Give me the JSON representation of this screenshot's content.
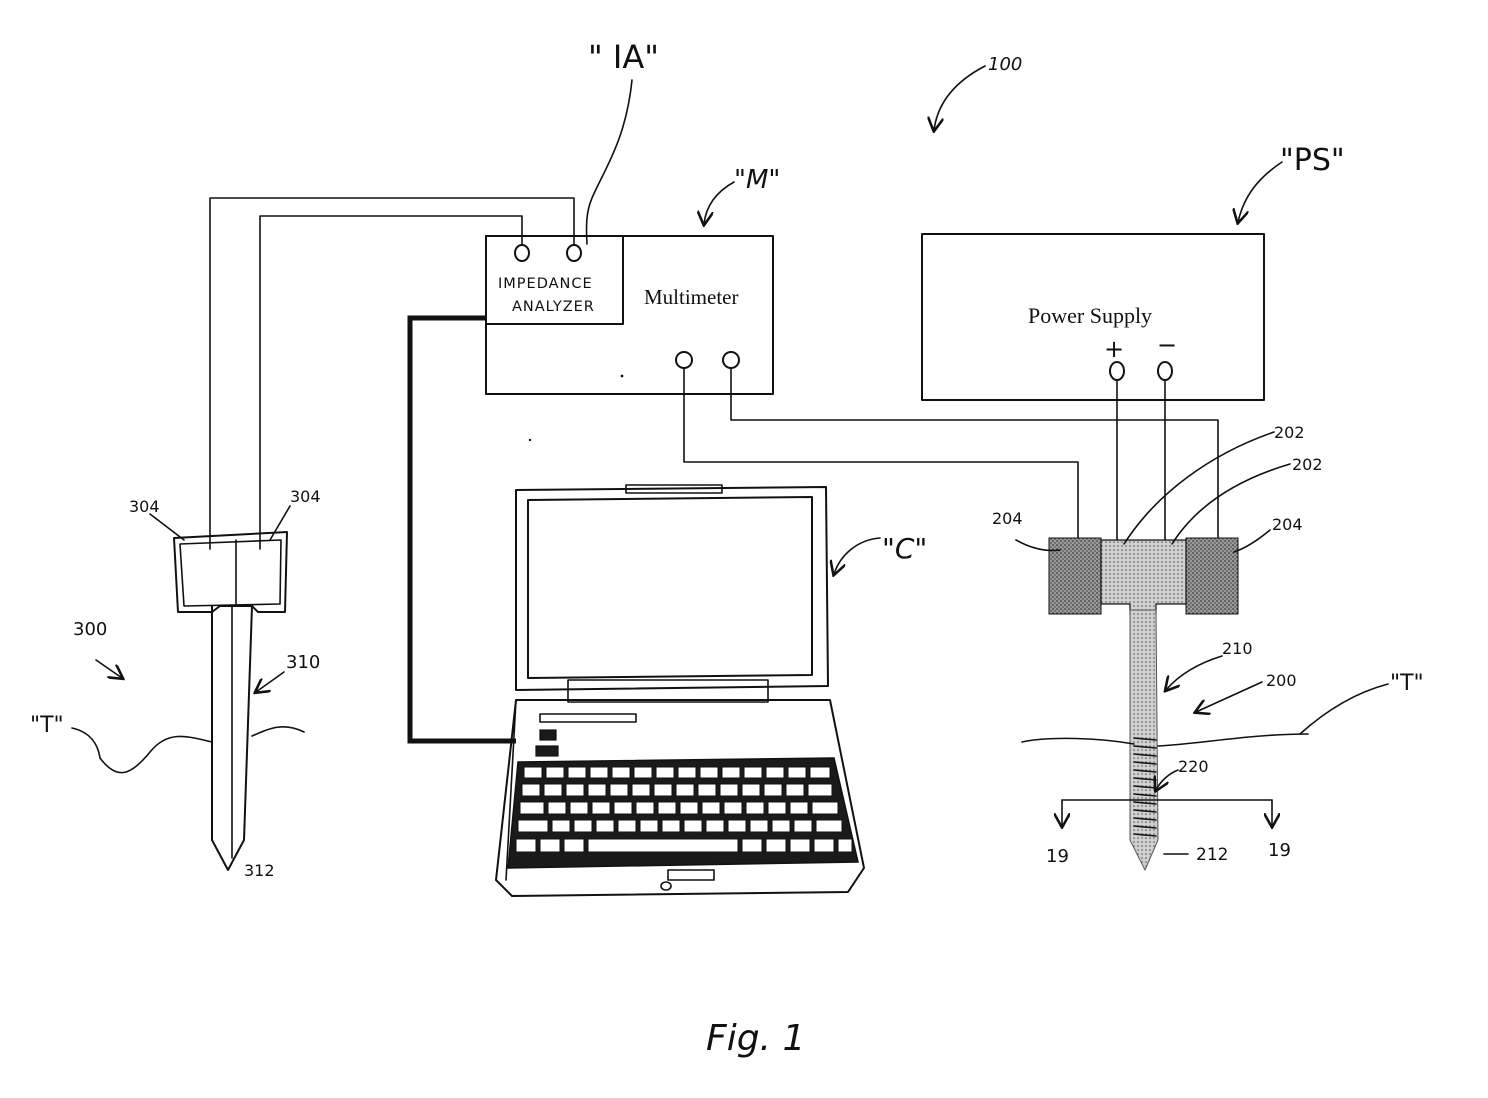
{
  "figure": {
    "caption": "Fig. 1",
    "system_ref": "100",
    "colors": {
      "ink": "#111111",
      "paper": "#ffffff",
      "hatch": "#777777"
    }
  },
  "impedance_analyzer": {
    "callout": "\" IA\"",
    "label_line1": "IMPEDANCE",
    "label_line2": "ANALYZER"
  },
  "multimeter": {
    "callout": "\"M\"",
    "label": "Multimeter"
  },
  "power_supply": {
    "callout": "\"PS\"",
    "label": "Power Supply",
    "plus": "+",
    "minus": "−"
  },
  "computer": {
    "callout": "\"C\""
  },
  "probe_left": {
    "ref": "300",
    "contact_left": "304",
    "contact_right": "304",
    "shaft": "310",
    "tip": "312",
    "tissue": "\"T\""
  },
  "probe_right": {
    "ref": "200",
    "contact_left": "202",
    "contact_right": "202",
    "outer_left": "204",
    "outer_right": "204",
    "shaft": "210",
    "coil": "220",
    "tip": "212",
    "tissue": "\"T\"",
    "section_left": "19",
    "section_right": "19"
  }
}
